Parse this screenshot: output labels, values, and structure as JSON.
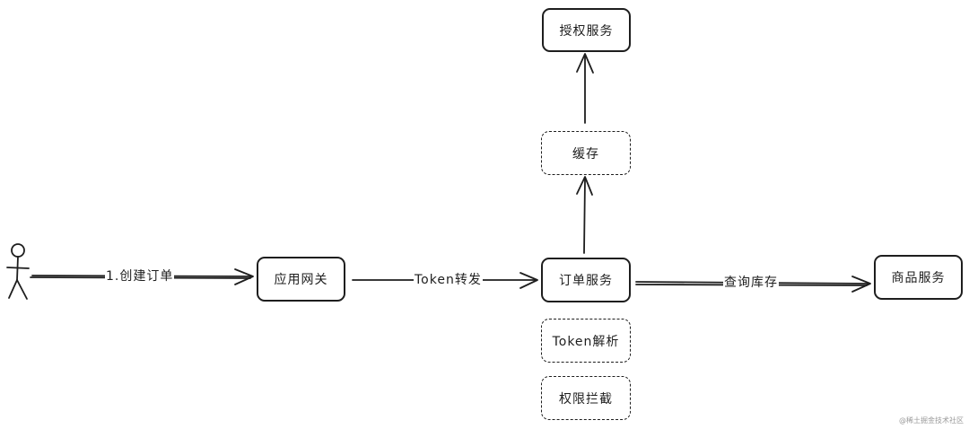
{
  "nodes": {
    "gateway": "应用网关",
    "order_service": "订单服务",
    "auth_service": "授权服务",
    "cache": "缓存",
    "product_service": "商品服务",
    "token_parse": "Token解析",
    "permission_intercept": "权限拦截"
  },
  "edges": {
    "create_order": "1.创建订单",
    "token_forward": "Token转发",
    "query_inventory": "查询库存"
  },
  "watermark": "@稀土掘金技术社区"
}
